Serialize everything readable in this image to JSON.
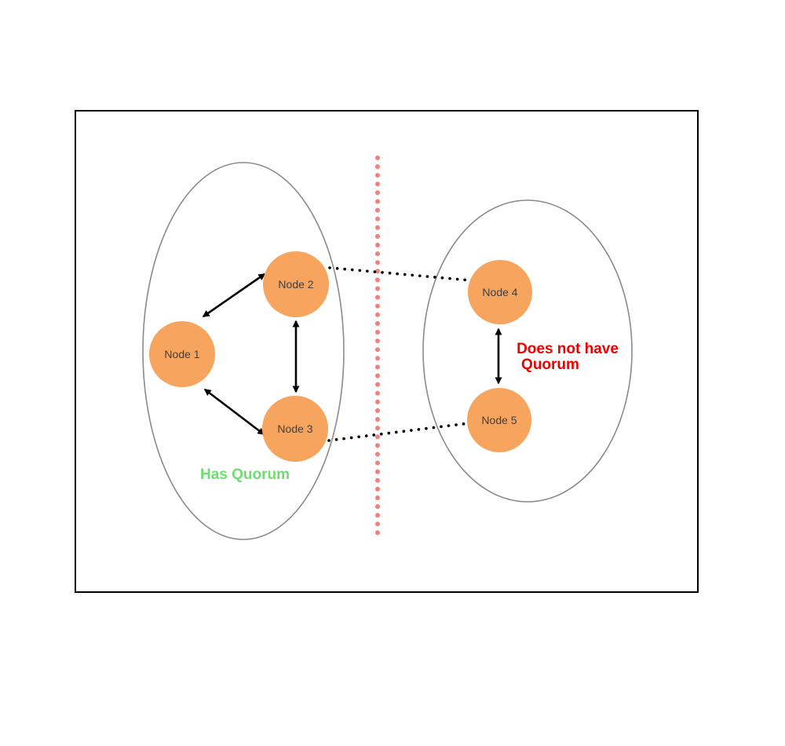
{
  "diagram": {
    "nodes": [
      {
        "label": "Node 1"
      },
      {
        "label": "Node 2"
      },
      {
        "label": "Node 3"
      },
      {
        "label": "Node 4"
      },
      {
        "label": "Node 5"
      }
    ],
    "groups": {
      "left": {
        "status_label": "Has Quorum"
      },
      "right": {
        "status_label_line1": "Does not have",
        "status_label_line2": "Quorum"
      }
    },
    "colors": {
      "node_fill": "#F7A45E",
      "quorum_text": "#6FDD6F",
      "no_quorum_text": "#EE0000",
      "partition_line": "#F4807C",
      "group_outline": "#8A8A8A",
      "connector": "#000000"
    }
  }
}
